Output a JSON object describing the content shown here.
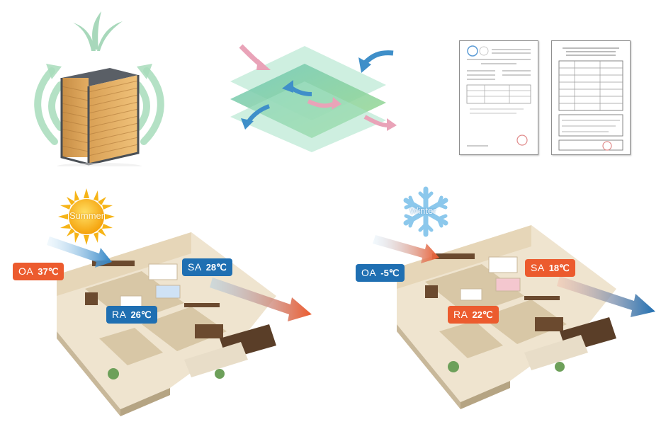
{
  "summer": {
    "season_label": "Summer",
    "oa": {
      "label": "OA",
      "value": "37℃"
    },
    "sa": {
      "label": "SA",
      "value": "28℃"
    },
    "ra": {
      "label": "RA",
      "value": "26℃"
    }
  },
  "winter": {
    "season_label": "Winter",
    "oa": {
      "label": "OA",
      "value": "-5℃"
    },
    "sa": {
      "label": "SA",
      "value": "18℃"
    },
    "ra": {
      "label": "RA",
      "value": "22℃"
    }
  },
  "colors": {
    "orange": "#ec5b2e",
    "blue": "#1f6fb2",
    "wood": "#e8b46a",
    "green": "#7cc79a"
  },
  "icons": [
    "heat-exchanger-core-icon",
    "airflow-plates-icon",
    "certificate-documents-icon",
    "sun-icon",
    "snowflake-icon"
  ]
}
